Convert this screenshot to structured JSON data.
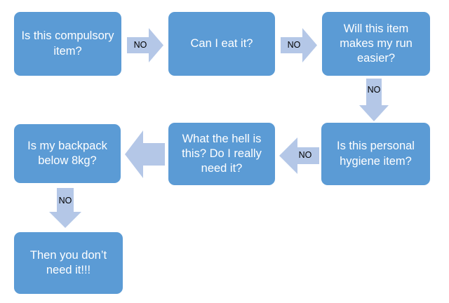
{
  "diagram": {
    "title": "Backpack packing decision flowchart",
    "colors": {
      "node_fill": "#5B9BD5",
      "node_text": "#FFFFFF",
      "arrow_fill": "#B4C7E7",
      "arrow_label_text": "#000000",
      "background": "#FFFFFF"
    },
    "nodes": [
      {
        "id": "n1",
        "text": "Is this compulsory item?"
      },
      {
        "id": "n2",
        "text": "Can I eat it?"
      },
      {
        "id": "n3",
        "text": "Will this item makes my run easier?"
      },
      {
        "id": "n4",
        "text": "Is this personal hygiene item?"
      },
      {
        "id": "n5",
        "text": "What the hell is this? Do I really need it?"
      },
      {
        "id": "n6",
        "text": "Is my backpack below 8kg?"
      },
      {
        "id": "n7",
        "text": "Then you don’t need it!!!"
      }
    ],
    "arrows": [
      {
        "id": "a1",
        "from": "n1",
        "to": "n2",
        "direction": "right",
        "label": "NO"
      },
      {
        "id": "a2",
        "from": "n2",
        "to": "n3",
        "direction": "right",
        "label": "NO"
      },
      {
        "id": "a3",
        "from": "n3",
        "to": "n4",
        "direction": "down",
        "label": "NO"
      },
      {
        "id": "a4",
        "from": "n4",
        "to": "n5",
        "direction": "left",
        "label": "NO"
      },
      {
        "id": "a5",
        "from": "n5",
        "to": "n6",
        "direction": "left",
        "label": ""
      },
      {
        "id": "a6",
        "from": "n6",
        "to": "n7",
        "direction": "down",
        "label": "NO"
      }
    ]
  }
}
